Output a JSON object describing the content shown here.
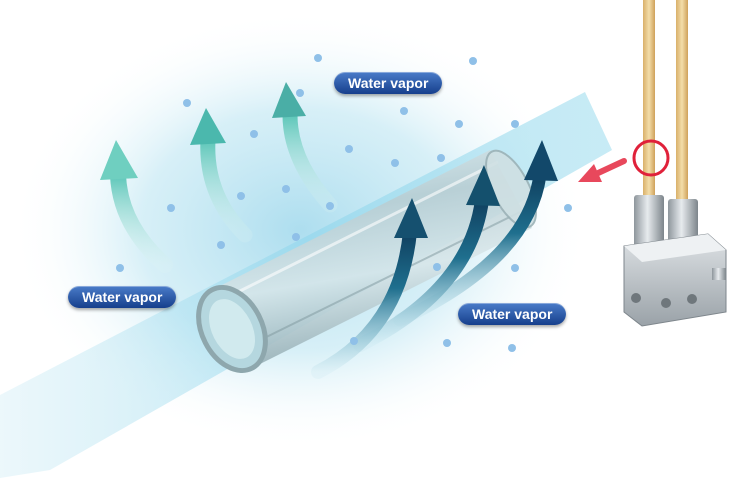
{
  "labels": {
    "vapor_top": "Water vapor",
    "vapor_left": "Water vapor",
    "vapor_right": "Water vapor"
  },
  "colors": {
    "label_bg": "#1f4f9e",
    "stream": "#8fd6ec",
    "vapor_cloud": "#bfe6f2",
    "arrow_light": "#5cc6b8",
    "arrow_dark": "#12486a",
    "droplet": "#8fc0e8",
    "indicator_red": "#e0213a",
    "tube_amber": "#e8c98a"
  },
  "icons": {
    "membrane": "tube-icon",
    "fitting": "fitting-block-icon",
    "highlight": "red-circle-icon",
    "pointer": "red-arrow-icon"
  }
}
